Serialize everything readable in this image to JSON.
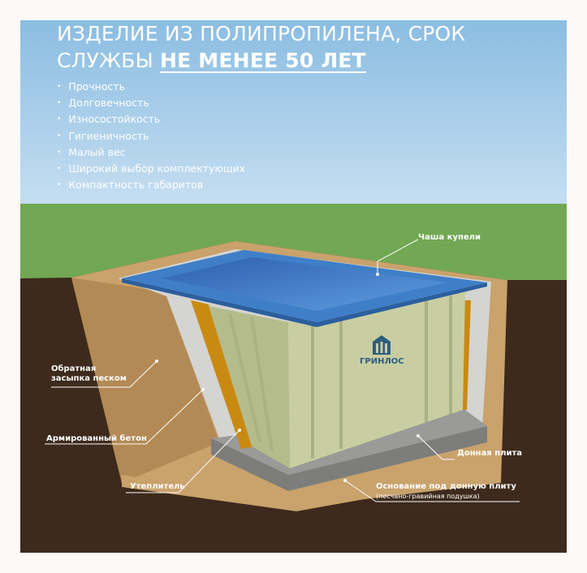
{
  "header": {
    "title_plain": "ИЗДЕЛИЕ ИЗ ПОЛИПРОПИЛЕНА, СРОК СЛУЖБЫ",
    "title_highlight": "НЕ МЕНЕЕ 50 ЛЕТ"
  },
  "features": [
    "Прочность",
    "Долговечность",
    "Износостойкость",
    "Гигиеничность",
    "Малый вес",
    "Широкий выбор комплектующих",
    "Компактность габаритов"
  ],
  "labels": {
    "bowl": "Чаша купели",
    "backfill": "Обратная засыпка песком",
    "concrete": "Армированный бетон",
    "insulation": "Утеплитель",
    "bottom_slab": "Донная плита",
    "base": "Основание под донную плиту",
    "base_note": "(песчано-гравийная подушка)"
  },
  "logo": {
    "text": "ГРИНЛОС"
  },
  "colors": {
    "sky_top": "#8bbde2",
    "sky_bottom": "#c3dcf0",
    "grass": "#72a853",
    "soil": "#3d2a1c",
    "sand": "#c9a26c",
    "concrete": "#d4d4d2",
    "insulation": "#c98a12",
    "pool_blue": "#3f7fc8",
    "pool_wall": "#c8cea2"
  }
}
